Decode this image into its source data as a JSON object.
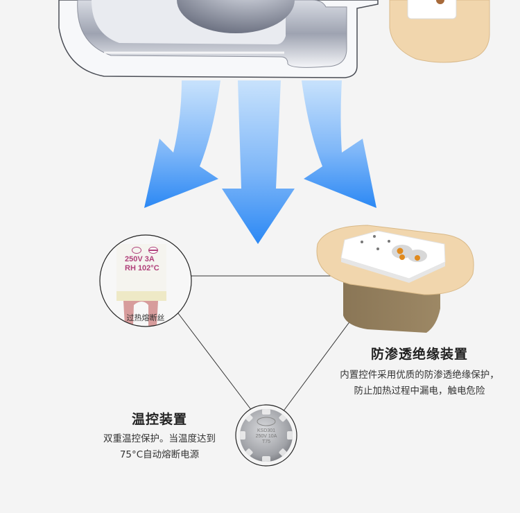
{
  "colors": {
    "background": "#f4f4f4",
    "arrow_top": "#bcdcfb",
    "arrow_bottom": "#2e8cf5",
    "insulator_beige": "#f1d6ad",
    "insulator_base": "#8f7b5b",
    "pin_orange": "#e08a1e",
    "fuse_marking": "#b0407a",
    "connector_line": "#333333"
  },
  "fuse": {
    "marking_line1": "250V  3A",
    "marking_line2": "RH 102°C",
    "caption": "过热熔断丝",
    "icons": [
      "ccc-cert-icon",
      "cqc-cert-icon"
    ]
  },
  "thermostat": {
    "marking_line1": "KSD301",
    "marking_line2": "250V 10A",
    "marking_line3": "T75"
  },
  "insulation": {
    "title": "防渗透绝缘装置",
    "desc_line1": "内置控件采用优质的防渗透绝缘保护，",
    "desc_line2": "防止加热过程中漏电，触电危险"
  },
  "temp_control": {
    "title": "温控装置",
    "desc_line1": "双重温控保护。当温度达到",
    "desc_line2": "75°C自动熔断电源"
  }
}
